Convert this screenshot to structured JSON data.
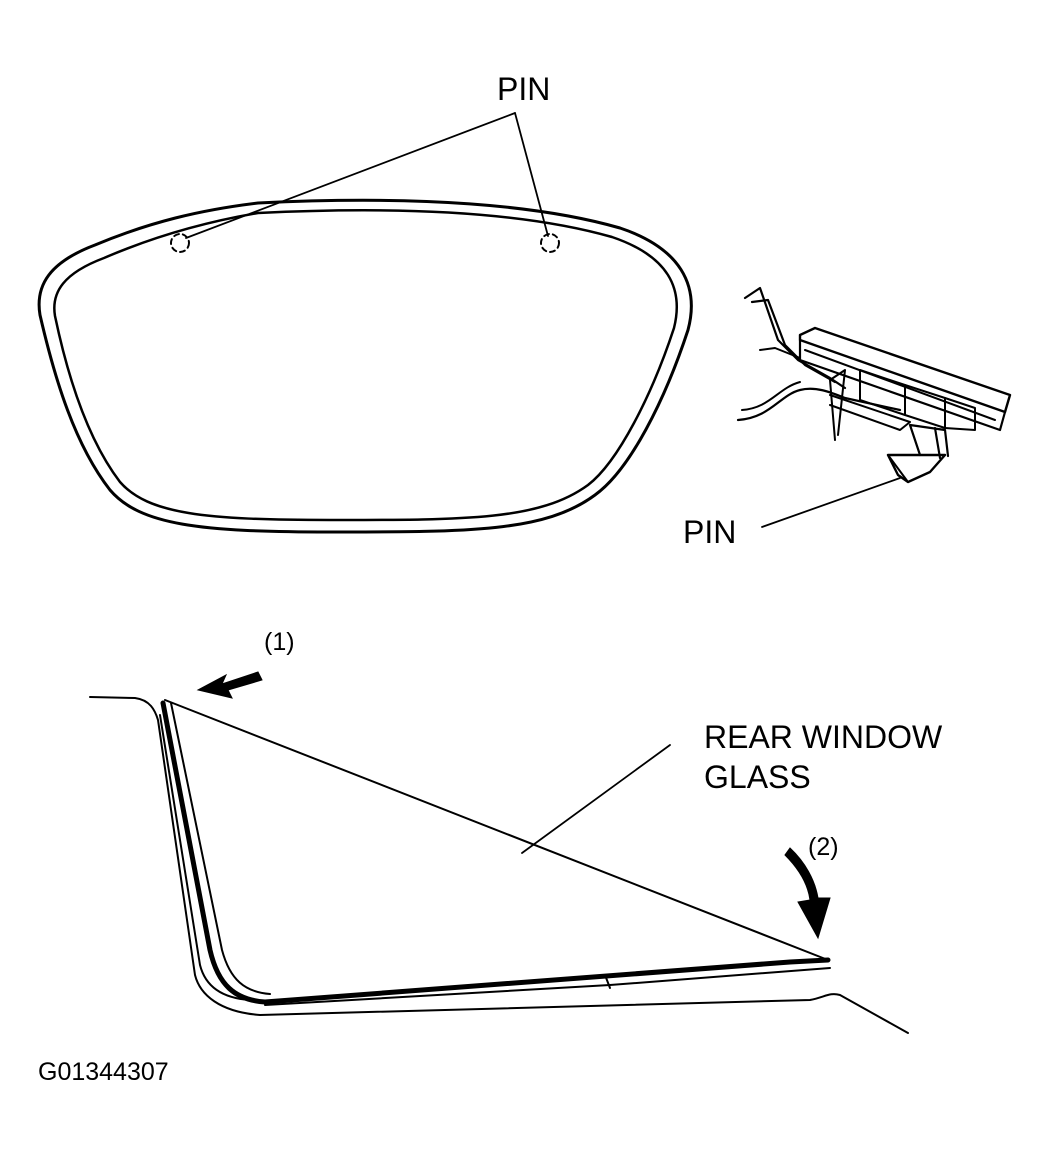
{
  "labels": {
    "pin_top": "PIN",
    "pin_right": "PIN",
    "callout_1": "(1)",
    "callout_2": "(2)",
    "rear_window_line1": "REAR WINDOW",
    "rear_window_line2": "GLASS",
    "figure_id": "G01344307"
  }
}
